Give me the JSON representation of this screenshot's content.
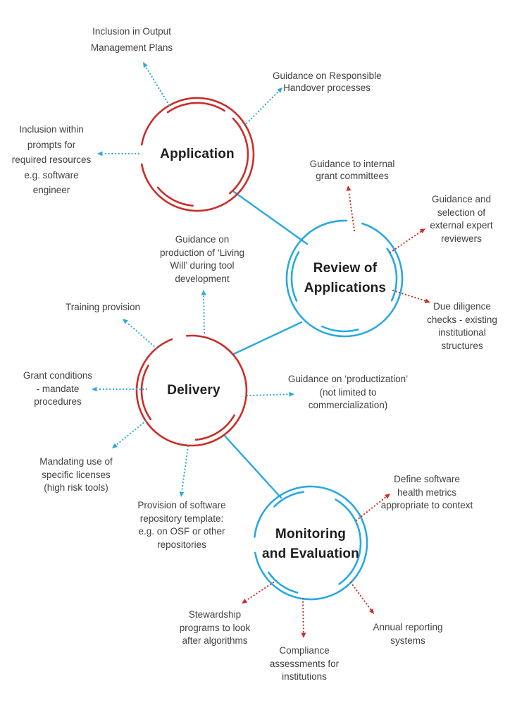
{
  "colors": {
    "red": "#cb2e28",
    "cyan": "#29a9e0",
    "note_text": "#414042",
    "node_text": "#1d1d1f",
    "background": "#ffffff"
  },
  "nodes": {
    "application": {
      "label": "Application",
      "color": "red"
    },
    "review": {
      "label": [
        "Review of",
        "Applications"
      ],
      "color": "cyan"
    },
    "delivery": {
      "label": "Delivery",
      "color": "red"
    },
    "monitoring": {
      "label": [
        "Monitoring",
        "and Evaluation"
      ],
      "color": "cyan"
    }
  },
  "edges": [
    {
      "from": "application",
      "to": "review"
    },
    {
      "from": "review",
      "to": "delivery"
    },
    {
      "from": "delivery",
      "to": "monitoring"
    }
  ],
  "annotations": {
    "inclusion_output": {
      "lines": [
        "Inclusion in Output",
        "Management Plans"
      ],
      "arrow_color": "cyan",
      "node": "application"
    },
    "responsible_handover": {
      "lines": [
        "Guidance on Responsible",
        "Handover processes"
      ],
      "arrow_color": "cyan",
      "node": "application"
    },
    "inclusion_prompts": {
      "lines": [
        "Inclusion within",
        "prompts for",
        "required resources",
        "e.g. software",
        "engineer"
      ],
      "arrow_color": "cyan",
      "node": "application"
    },
    "internal_committees": {
      "lines": [
        "Guidance to internal",
        "grant committees"
      ],
      "arrow_color": "red",
      "node": "review"
    },
    "external_reviewers": {
      "lines": [
        "Guidance and",
        "selection of",
        "external expert",
        "reviewers"
      ],
      "arrow_color": "red",
      "node": "review"
    },
    "due_diligence": {
      "lines": [
        "Due diligence",
        "checks - existing",
        "institutional",
        "structures"
      ],
      "arrow_color": "red",
      "node": "review"
    },
    "living_will": {
      "lines": [
        "Guidance on",
        "production of ‘Living",
        "Will’ during tool",
        "development"
      ],
      "arrow_color": "cyan",
      "node": "delivery"
    },
    "training": {
      "lines": [
        "Training provision"
      ],
      "arrow_color": "cyan",
      "node": "delivery"
    },
    "grant_conditions": {
      "lines": [
        "Grant conditions",
        "- mandate",
        "procedures"
      ],
      "arrow_color": "cyan",
      "node": "delivery"
    },
    "licenses": {
      "lines": [
        "Mandating use of",
        "specific licenses",
        "(high risk tools)"
      ],
      "arrow_color": "cyan",
      "node": "delivery"
    },
    "repository": {
      "lines": [
        "Provision of software",
        "repository template:",
        "e.g. on OSF or other",
        "repositories"
      ],
      "arrow_color": "cyan",
      "node": "delivery"
    },
    "productization": {
      "lines": [
        "Guidance on ‘productization’",
        "(not limited to",
        "commercialization)"
      ],
      "arrow_color": "cyan",
      "node": "delivery"
    },
    "health_metrics": {
      "lines": [
        "Define software",
        "health metrics",
        "appropriate to context"
      ],
      "arrow_color": "red",
      "node": "monitoring"
    },
    "stewardship": {
      "lines": [
        "Stewardship",
        "programs to look",
        "after algorithms"
      ],
      "arrow_color": "red",
      "node": "monitoring"
    },
    "compliance": {
      "lines": [
        "Compliance",
        "assessments for",
        "institutions"
      ],
      "arrow_color": "red",
      "node": "monitoring"
    },
    "annual_reporting": {
      "lines": [
        "Annual reporting",
        "systems"
      ],
      "arrow_color": "red",
      "node": "monitoring"
    }
  }
}
